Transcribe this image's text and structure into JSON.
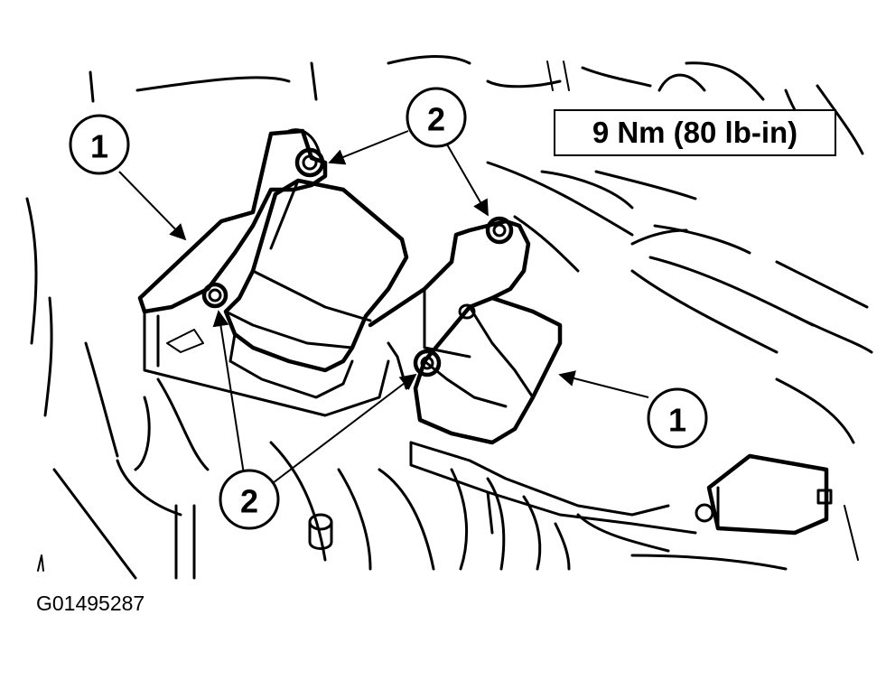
{
  "callouts": [
    {
      "id": "c1",
      "label": "1"
    },
    {
      "id": "c2",
      "label": "2"
    },
    {
      "id": "c3",
      "label": "2"
    },
    {
      "id": "c4",
      "label": "1"
    }
  ],
  "torque_spec": "9 Nm (80 lb-in)",
  "figure_id": "G01495287",
  "colors": {
    "line": "#000000",
    "background": "#ffffff"
  }
}
